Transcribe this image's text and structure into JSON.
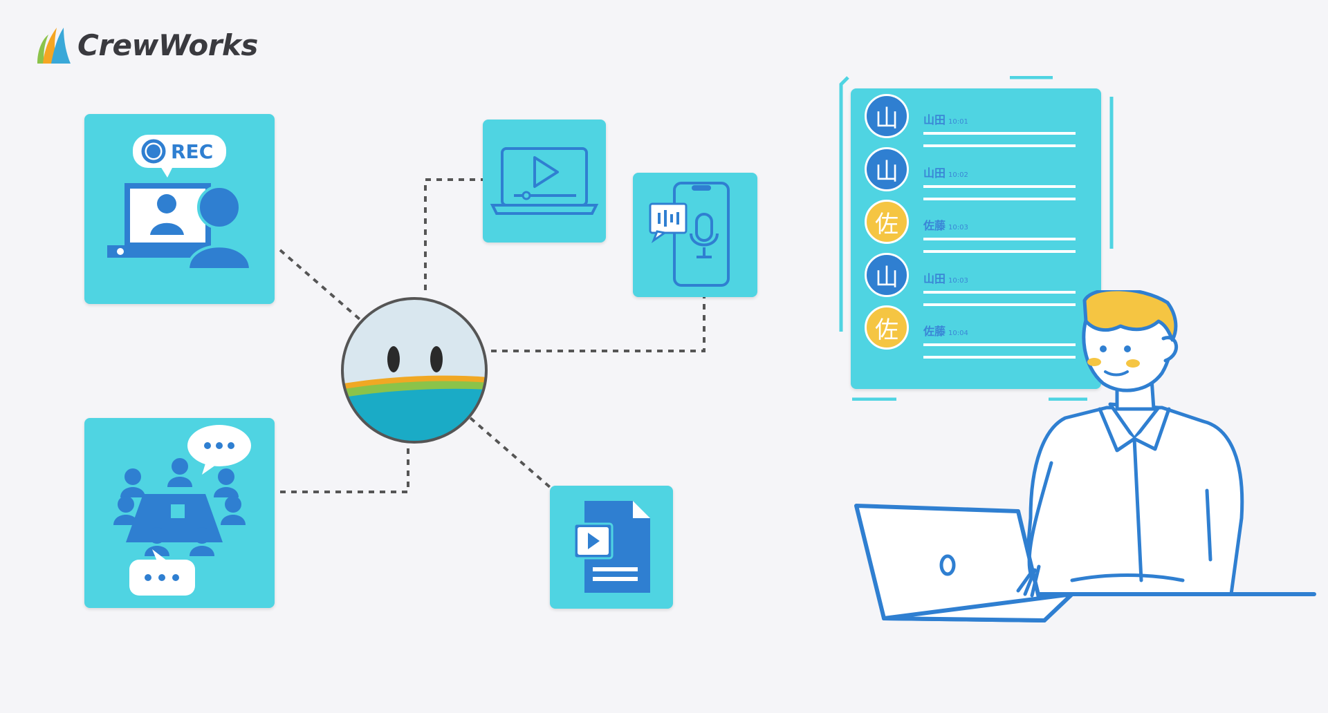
{
  "brand": {
    "name": "CrewWorks"
  },
  "recording_tile": {
    "badge": "REC"
  },
  "transcript": {
    "entries": [
      {
        "name": "山田",
        "time": "10:01",
        "initial": "山",
        "color": "#2f7fd1"
      },
      {
        "name": "山田",
        "time": "10:02",
        "initial": "山",
        "color": "#2f7fd1"
      },
      {
        "name": "佐藤",
        "time": "10:03",
        "initial": "佐",
        "color": "#f5c542"
      },
      {
        "name": "山田",
        "time": "10:03",
        "initial": "山",
        "color": "#2f7fd1"
      },
      {
        "name": "佐藤",
        "time": "10:04",
        "initial": "佐",
        "color": "#f5c542"
      }
    ]
  },
  "colors": {
    "tile": "#4fd4e2",
    "accent_blue": "#2f7fd1",
    "accent_yellow": "#f5c542",
    "background": "#f5f5f8"
  }
}
